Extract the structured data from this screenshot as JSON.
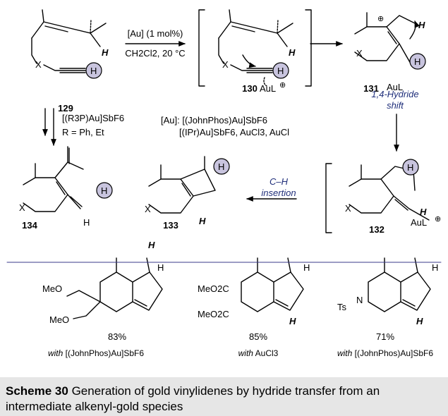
{
  "compounds": {
    "c129": "129",
    "c130": "130",
    "c131": "131",
    "c132": "132",
    "c133": "133",
    "c134": "134"
  },
  "atoms": {
    "X": "X",
    "H": "H",
    "AuL": "AuL",
    "plus": "⊕"
  },
  "conditions": {
    "top_arrow_line1": "[Au] (1 mol%)",
    "top_arrow_line2": "CH2Cl2, 20 °C",
    "left_arrow_line1": "[(R3P)Au]SbF6",
    "left_arrow_line2": "R = Ph, Et",
    "au_def_line1": "[Au]: [(JohnPhos)Au]SbF6",
    "au_def_line2": "[(IPr)Au]SbF6, AuCl3, AuCl",
    "hydride_line1": "1,4-Hydride",
    "hydride_line2": "shift",
    "ch_line1": "C–H",
    "ch_line2": "insertion"
  },
  "examples": [
    {
      "sub1": "MeO",
      "sub2": "MeO",
      "yield": "83%",
      "with": "with",
      "cat": "[(JohnPhos)Au]SbF6"
    },
    {
      "sub1": "MeO2C",
      "sub2": "MeO2C",
      "yield": "85%",
      "with": "with",
      "cat": "AuCl3"
    },
    {
      "sub1": "Ts",
      "sub2": "N",
      "yield": "71%",
      "with": "with",
      "cat": "[(JohnPhos)Au]SbF6"
    }
  ],
  "caption": {
    "label": "Scheme 30",
    "text": "Generation of gold vinylidenes by hydride transfer from an intermediate alkenyl-gold species"
  },
  "colors": {
    "accent_blue": "#1f2e7a",
    "circle_fill": "#c8c4de",
    "caption_bg": "#e6e6e6"
  }
}
